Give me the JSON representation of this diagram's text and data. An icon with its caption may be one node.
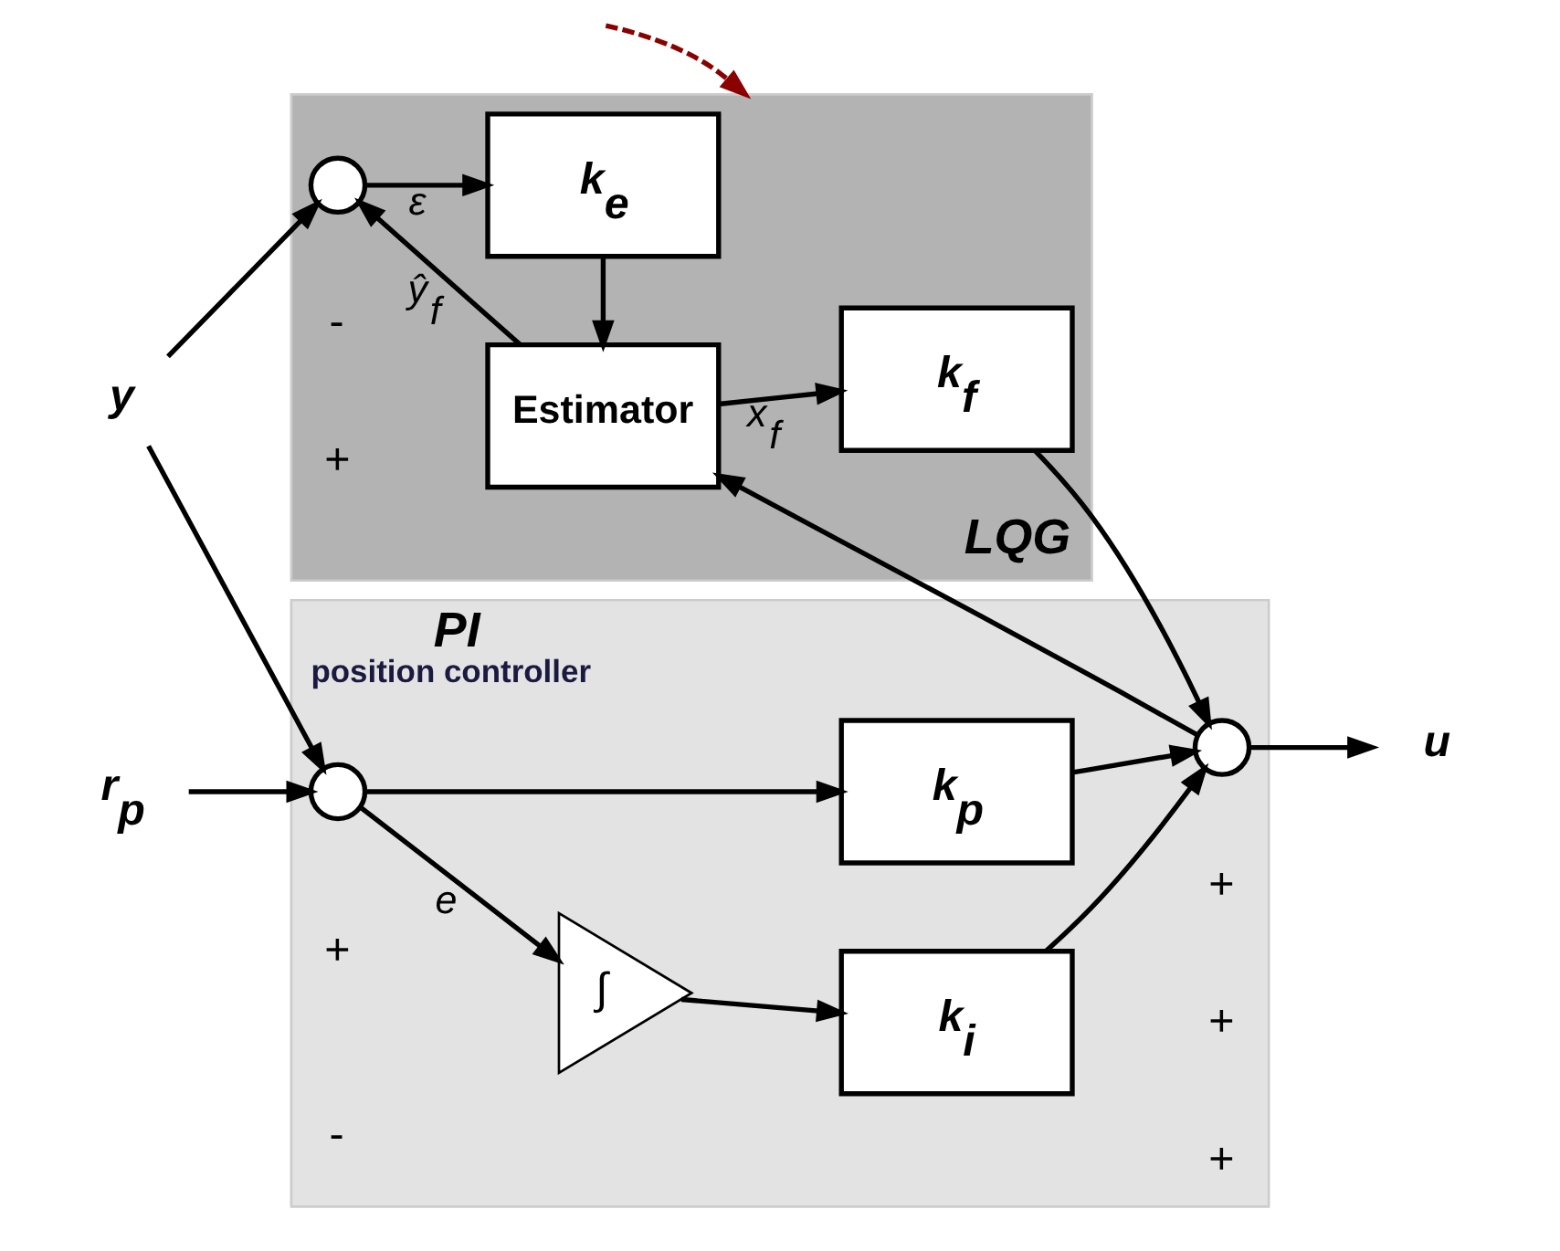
{
  "diagram": {
    "nodes": [
      {
        "text": [
          "PI",
          "position controller"
        ]
      },
      {
        "text": [],
        "shape": "circle",
        "in": 0
      },
      {
        "text": [
          "∫"
        ],
        "in": 0
      },
      {
        "text": [
          "k$_{i}$"
        ],
        "in": 0
      },
      {
        "text": [
          "k$_{p}$"
        ],
        "in": 0
      },
      {
        "text": [],
        "shape": "circle",
        "in": 0
      },
      {
        "text": [
          "LQG"
        ]
      },
      {
        "text": [
          "k$_{f}$"
        ],
        "in": 6
      },
      {
        "text": [
          "Estimator"
        ],
        "in": 6
      },
      {
        "text": [],
        "shape": "circle",
        "in": 6
      },
      {
        "text": [
          "k$_{e}$"
        ],
        "in": 6
      },
      {
        "text": [
          "r$_{p}$"
        ]
      },
      {
        "text": [
          "y"
        ]
      },
      {
        "text": [
          "u"
        ]
      }
    ],
    "edges": [
      {
        "from": 11,
        "to": 1,
        "arrow": "to"
      },
      {
        "from": 1,
        "to": 2,
        "arrow": "to",
        "label": "e"
      },
      {
        "from": 1,
        "to": 4,
        "arrow": "to"
      },
      {
        "from": 2,
        "to": 3,
        "arrow": "to"
      },
      {
        "from": 3,
        "to": 5,
        "arrow": "to"
      },
      {
        "from": 4,
        "to": 5,
        "arrow": "to"
      },
      {
        "from": 7,
        "to": 5,
        "arrow": "to"
      },
      {
        "from": 5,
        "to": 13,
        "arrow": "to"
      },
      {
        "from": 5,
        "to": 8,
        "arrow": "to"
      },
      {
        "from": 8,
        "to": 7,
        "arrow": "to",
        "label": "x$_{f}$"
      },
      {
        "from": 8,
        "to": 9,
        "arrow": "to",
        "label": "ŷ$_{f}$"
      },
      {
        "from": 9,
        "to": 10,
        "arrow": "to",
        "label": "ε"
      },
      {
        "from": 10,
        "to": 8,
        "arrow": "to"
      },
      {
        "from": 12,
        "to": 1,
        "arrow": "to"
      },
      {
        "from": 12,
        "to": 9,
        "arrow": "to"
      },
      {
        "from": null,
        "to": 6,
        "arrow": "to",
        "style": "dashed",
        "color": "#8b0000"
      }
    ],
    "labels": [
      "+",
      "-",
      "+",
      "+",
      "+",
      "-",
      "+"
    ]
  }
}
